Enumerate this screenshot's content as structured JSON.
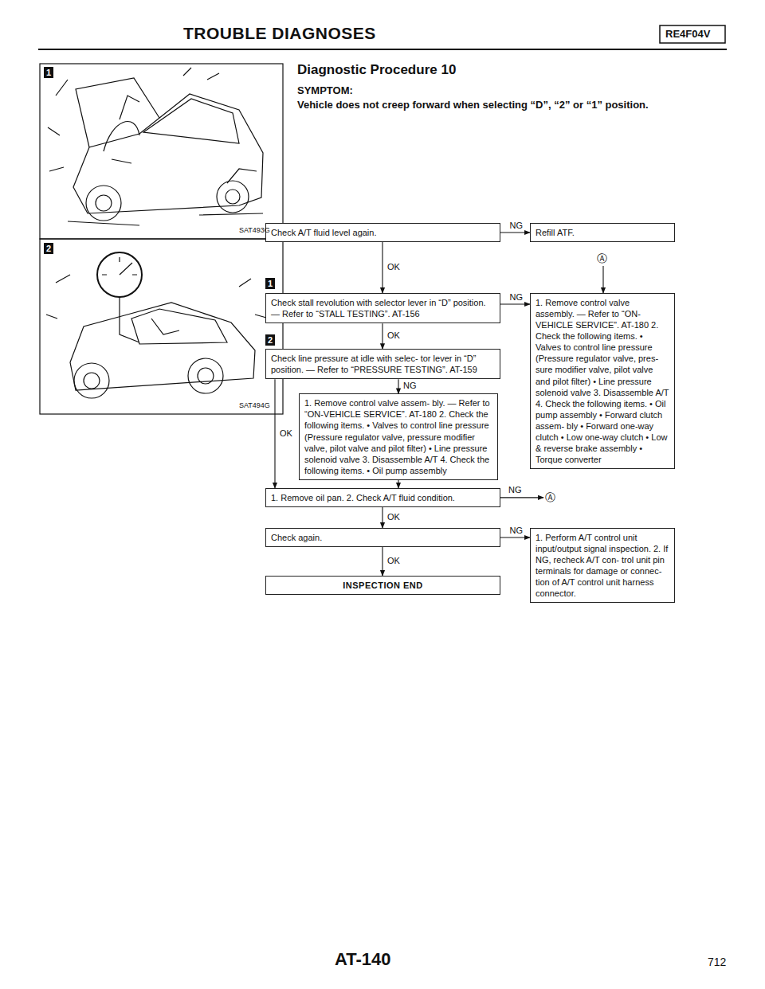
{
  "diagram": {
    "title": "TROUBLE DIAGNOSES",
    "nodes": [
      {
        "text": [
          "Check A/T fluid level again."
        ]
      },
      {
        "text": [
          "Refill ATF."
        ]
      },
      {
        "text": [
          "Check stall revolution with selector lever in “D” position. — Refer to “STALL TESTING”. AT-156"
        ]
      },
      {
        "text": [
          "1. Remove control valve assembly. — Refer to “ON-VEHICLE SERVICE”. AT-180 2. Check the following items. • Valves to control line pressure (Pressure regulator valve, pres- sure modifier valve, pilot valve and pilot filter) • Line pressure solenoid valve 3. Disassemble A/T 4. Check the following items. • Oil pump assembly • Forward clutch assem- bly • Forward one-way clutch • Low one-way clutch • Low & reverse brake assembly • Torque converter"
        ]
      },
      {
        "text": [
          "Check line pressure at idle with selec- tor lever in “D” position. — Refer to “PRESSURE TESTING”. AT-159"
        ]
      },
      {
        "text": [
          "1. Remove control valve assem- bly. — Refer to “ON-VEHICLE SERVICE”. AT-180 2. Check the following items. • Valves to control line pressure (Pressure regulator valve, pressure modifier valve, pilot valve and pilot filter) • Line pressure solenoid valve 3. Disassemble A/T 4. Check the following items. • Oil pump assembly"
        ]
      },
      {
        "text": [
          "1. Remove oil pan. 2. Check A/T fluid condition."
        ]
      },
      {
        "text": [
          "Check again."
        ]
      },
      {
        "text": [
          "1. Perform A/T control unit input/output signal inspection. 2. If NG, recheck A/T con- trol unit pin terminals for damage or connec- tion of A/T control unit harness connector."
        ]
      },
      {
        "text": [
          "INSPECTION END"
        ]
      }
    ],
    "edges": [
      {
        "from": 0,
        "to": 1,
        "label": "NG",
        "arrow": "to"
      },
      {
        "from": 0,
        "to": 2,
        "label": "OK",
        "arrow": "to"
      },
      {
        "from": 2,
        "to": 3,
        "label": "NG",
        "arrow": "to"
      },
      {
        "from": 2,
        "to": 4,
        "label": "OK",
        "arrow": "to"
      },
      {
        "from": 4,
        "to": 5,
        "label": "NG",
        "arrow": "to"
      },
      {
        "from": 4,
        "to": 6,
        "label": "OK",
        "arrow": "to"
      },
      {
        "from": 5,
        "to": 6,
        "arrow": "to"
      },
      {
        "from": 6,
        "to": 7,
        "label": "OK",
        "arrow": "to"
      },
      {
        "from": 7,
        "to": 8,
        "label": "NG",
        "arrow": "to"
      },
      {
        "from": 7,
        "to": 9,
        "label": "OK",
        "arrow": "to"
      }
    ],
    "labels": [
      "RE4F04V",
      "1",
      "SAT493G",
      "2",
      "SAT494G",
      "Diagnostic Procedure 10",
      "SYMPTOM:",
      "Vehicle does not creep forward when selecting “D”, “2” or “1” position.",
      "Ⓐ",
      "1",
      "2",
      "NG",
      "Ⓐ",
      "AT-140",
      "712"
    ]
  }
}
